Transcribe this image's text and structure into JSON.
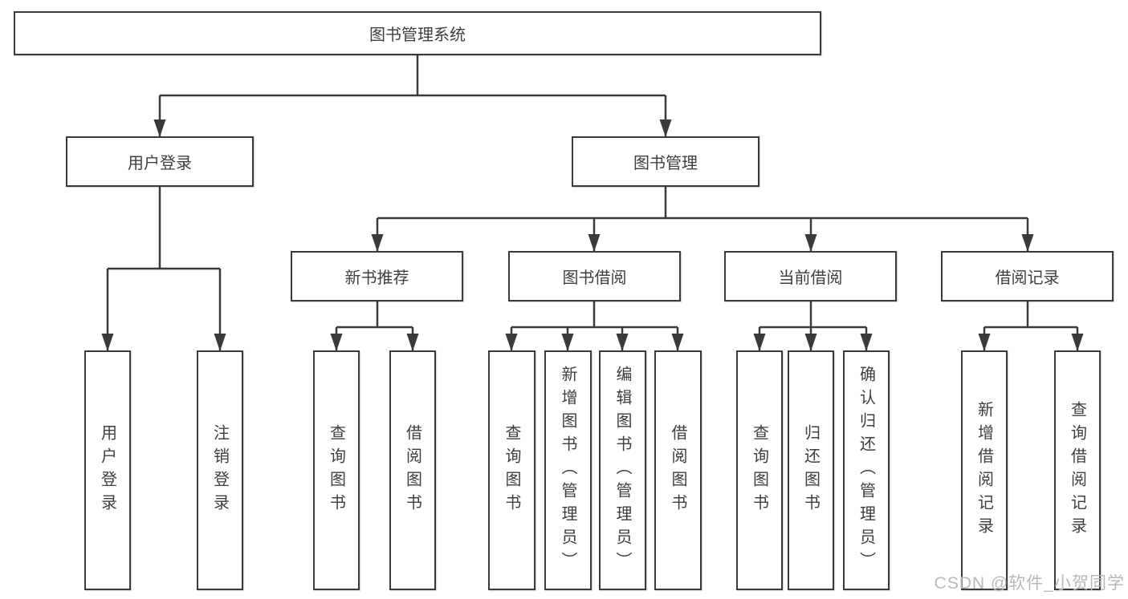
{
  "diagram": {
    "type": "hierarchy-tree",
    "tree": {
      "label": "图书管理系统",
      "children": [
        {
          "label": "用户登录",
          "children": [
            {
              "label": "用户登录"
            },
            {
              "label": "注销登录"
            }
          ]
        },
        {
          "label": "图书管理",
          "children": [
            {
              "label": "新书推荐",
              "children": [
                {
                  "label": "查询图书"
                },
                {
                  "label": "借阅图书"
                }
              ]
            },
            {
              "label": "图书借阅",
              "children": [
                {
                  "label": "查询图书"
                },
                {
                  "label": "新增图书（管理员）"
                },
                {
                  "label": "编辑图书（管理员）"
                },
                {
                  "label": "借阅图书"
                }
              ]
            },
            {
              "label": "当前借阅",
              "children": [
                {
                  "label": "查询图书"
                },
                {
                  "label": "归还图书"
                },
                {
                  "label": "确认归还（管理员）"
                }
              ]
            },
            {
              "label": "借阅记录",
              "children": [
                {
                  "label": "新增借阅记录"
                },
                {
                  "label": "查询借阅记录"
                }
              ]
            }
          ]
        }
      ]
    },
    "colors": {
      "line": "#3a3a3a",
      "box_border": "#3a3a3a",
      "text": "#3e3e3e",
      "background": "#ffffff",
      "watermark": "#b9b9b9"
    }
  },
  "watermark": {
    "text": "CSDN @软件_小贺同学"
  }
}
